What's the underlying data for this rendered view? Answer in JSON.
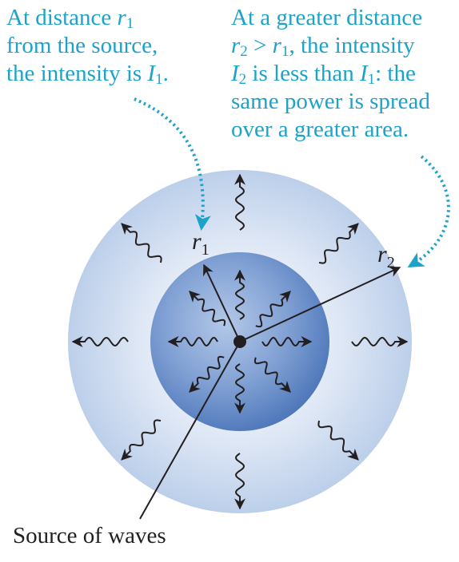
{
  "captions": {
    "left": {
      "line1_prefix": "At distance ",
      "line1_var": "r",
      "line1_sub": "1",
      "line2": "from the source,",
      "line3_prefix": "the intensity is ",
      "line3_var": "I",
      "line3_sub": "1",
      "line3_suffix": "."
    },
    "right": {
      "line1": "At a greater distance",
      "line2_var_a": "r",
      "line2_sub_a": "2",
      "line2_op": " > ",
      "line2_var_b": "r",
      "line2_sub_b": "1",
      "line2_suffix": ", the intensity",
      "line3_var_a": "I",
      "line3_sub_a": "2",
      "line3_mid": " is less than ",
      "line3_var_b": "I",
      "line3_sub_b": "1",
      "line3_suffix": ": the",
      "line4": "same power is spread",
      "line5": "over a greater area."
    }
  },
  "labels": {
    "r1_var": "r",
    "r1_sub": "1",
    "r2_var": "r",
    "r2_sub": "2",
    "source": "Source of waves"
  },
  "colors": {
    "annotation": "#1da2c9",
    "outer_sphere": "#c9d8ef",
    "inner_sphere": "#5b86c6",
    "ink": "#231f20"
  }
}
